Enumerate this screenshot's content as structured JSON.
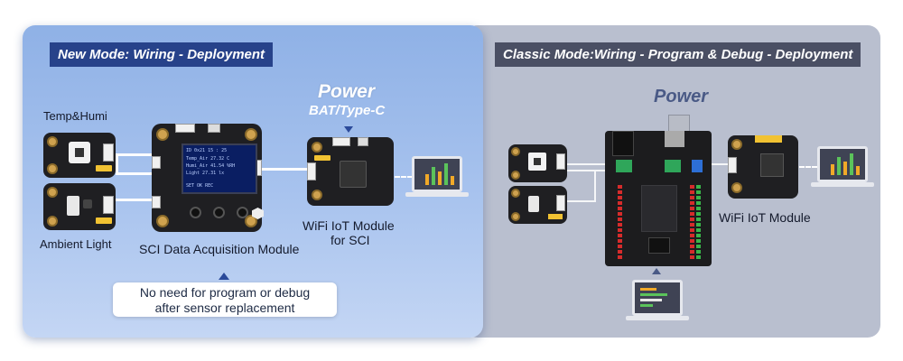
{
  "new_mode": {
    "title": "New Mode: Wiring - Deployment",
    "power_label": "Power",
    "power_sub": "BAT/Type-C",
    "temp_humi_label": "Temp&Humi",
    "ambient_light_label": "Ambient Light",
    "sci_module_label": "SCI Data Acquisition Module",
    "wifi_module_label": "WiFi IoT Module",
    "wifi_module_sub": "for SCI",
    "note_line1": "No need for program or debug",
    "note_line2": "after sensor replacement"
  },
  "classic_mode": {
    "title": "Classic Mode:Wiring - Program & Debug - Deployment",
    "power_label": "Power",
    "wifi_module_label": "WiFi IoT Module"
  },
  "colors": {
    "new_panel": "#a8c3ee",
    "new_title_bg": "#27428a",
    "classic_panel": "#b9bfcf",
    "classic_title_bg": "#4a4f64",
    "chart_orange": "#f1a928",
    "chart_green": "#5bc35b"
  }
}
